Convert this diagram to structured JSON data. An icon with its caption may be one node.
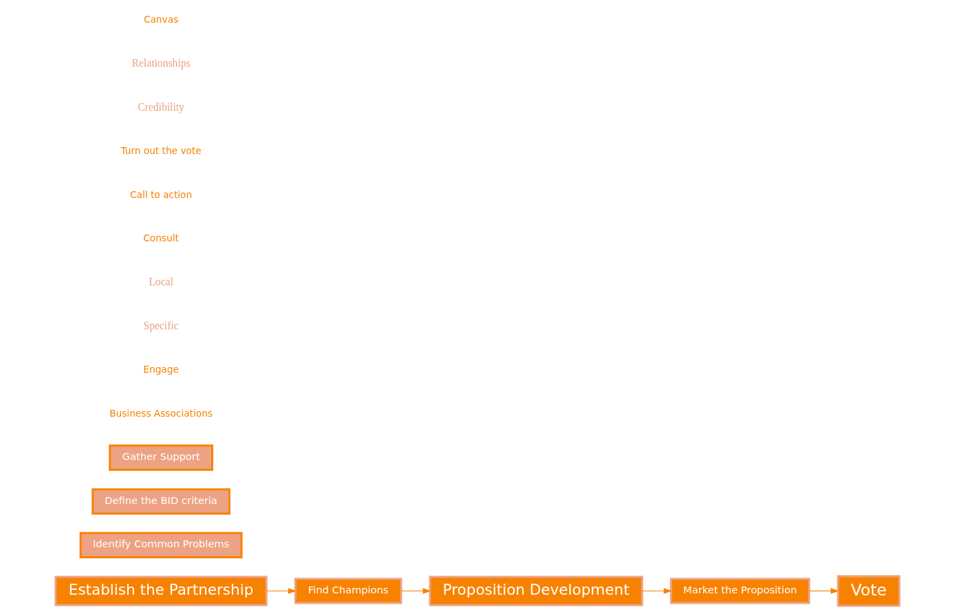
{
  "diagram": {
    "nodes": [
      {
        "text": [
          "Establish the Partnership"
        ]
      },
      {
        "text": [
          "Identify Common Problems"
        ]
      },
      {
        "text": [
          "Find Champions"
        ]
      },
      {
        "text": [
          "Proposition Development"
        ]
      },
      {
        "text": [
          "Market the Proposition"
        ]
      },
      {
        "text": [
          "Define the BID criteria"
        ]
      },
      {
        "text": [
          "Gather Support"
        ]
      },
      {
        "text": [
          "Vote"
        ]
      }
    ],
    "edges": [
      {
        "from": 0,
        "to": 2,
        "arrow": "to"
      },
      {
        "from": 2,
        "to": 3,
        "arrow": "to"
      },
      {
        "from": 3,
        "to": 4,
        "arrow": "to"
      },
      {
        "from": 4,
        "to": 7,
        "arrow": "to"
      }
    ],
    "labels": [
      "Business Associations",
      "Engage",
      "Specific",
      "Local",
      "Consult",
      "Call to action",
      "Turn out the vote",
      "Credibility",
      "Relationships",
      "Canvas"
    ]
  }
}
